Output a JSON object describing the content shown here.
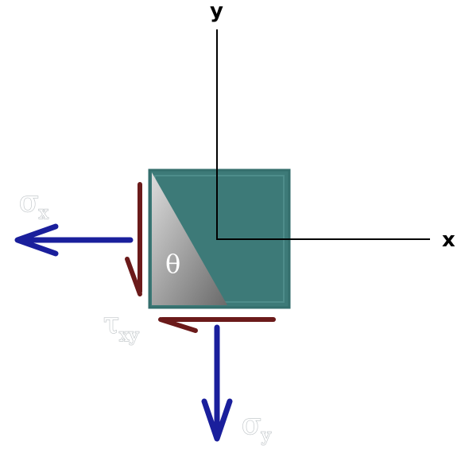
{
  "labels": {
    "y_axis": "y",
    "x_axis": "x",
    "theta": "θ",
    "sigma_x": {
      "main": "σ",
      "sub": "x"
    },
    "sigma_y": {
      "main": "σ",
      "sub": "y"
    },
    "tau_xy": {
      "main": "τ",
      "sub": "xy"
    }
  },
  "colors": {
    "element_fill": "#3d7a78",
    "element_border": "#346e6c",
    "wedge_light": "#d8d8d8",
    "wedge_dark": "#6e6e6e",
    "normal_stress_arrow": "#1a1f9c",
    "shear_stress_arrow": "#6b1a1a",
    "axis_line": "#000000"
  }
}
